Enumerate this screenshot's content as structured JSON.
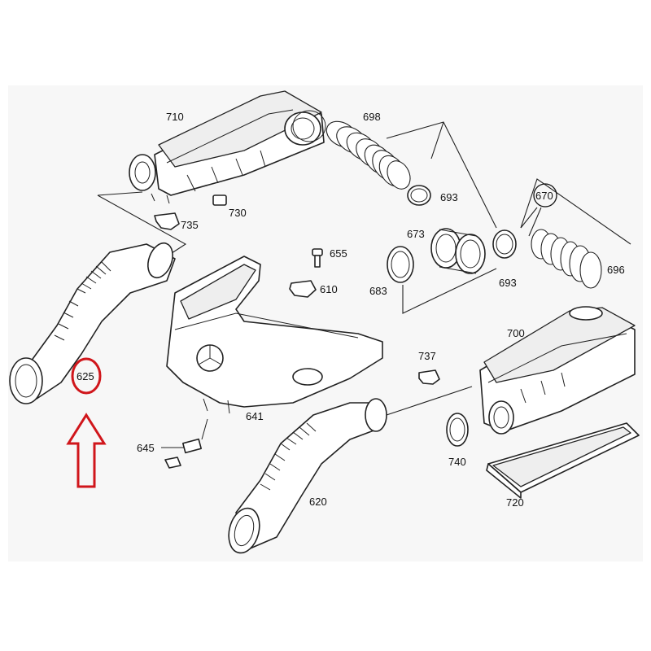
{
  "diagram": {
    "part_numbers": {
      "p710": "710",
      "p698": "698",
      "p693a": "693",
      "p670": "670",
      "p673": "673",
      "p735": "735",
      "p730": "730",
      "p655": "655",
      "p610": "610",
      "p683": "683",
      "p693b": "693",
      "p696": "696",
      "p625": "625",
      "p700": "700",
      "p737": "737",
      "p641": "641",
      "p645": "645",
      "p740": "740",
      "p620": "620",
      "p720": "720"
    },
    "highlighted_part": "625",
    "colors": {
      "line": "#222222",
      "highlight": "#d0161b",
      "background": "#f7f7f7"
    }
  }
}
